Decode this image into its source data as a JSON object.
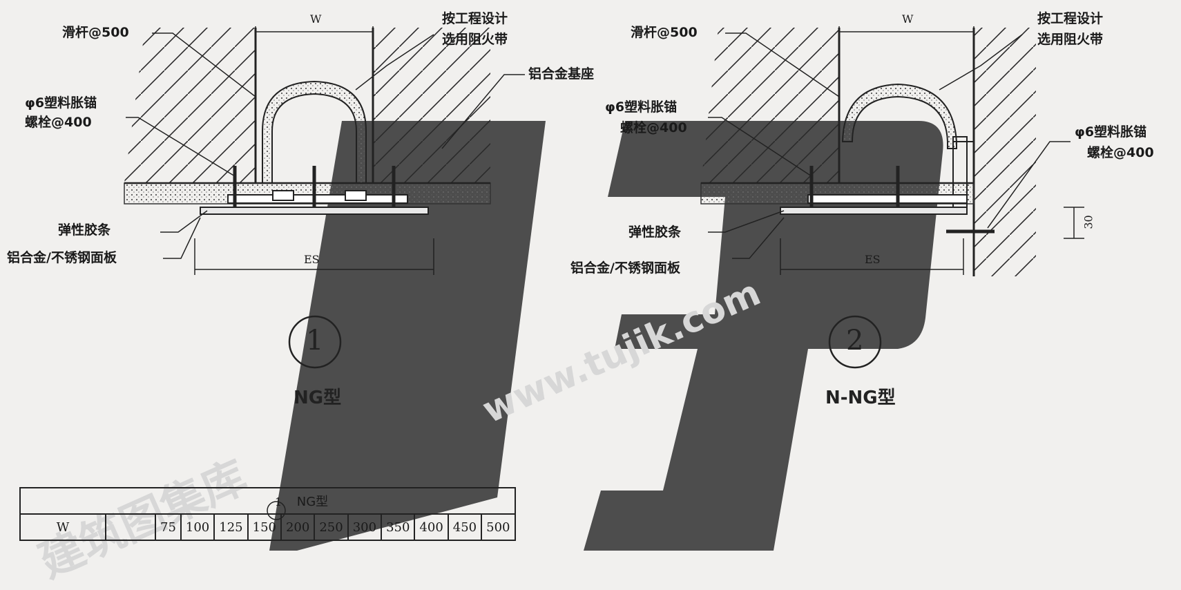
{
  "labels": {
    "slide_bar": "滑杆@500",
    "fire_strip_line1": "按工程设计",
    "fire_strip_line2": "选用阻火带",
    "aluminum_base": "铝合金基座",
    "anchor_line1": "φ6塑料胀锚",
    "anchor_line2": "螺栓@400",
    "elastic_strip": "弹性胶条",
    "panel": "铝合金/不锈钢面板",
    "dim_w": "W",
    "dim_es": "ES",
    "dim_30": "30"
  },
  "details": [
    {
      "number": "1",
      "type": "NG型"
    },
    {
      "number": "2",
      "type": "N-NG型"
    }
  ],
  "watermark": {
    "cn": "建筑图集库",
    "url": "www.tujik.com"
  },
  "table": {
    "caption_number": "1",
    "caption_type": "NG型",
    "row_label": "W",
    "values": [
      "75",
      "100",
      "125",
      "150",
      "200",
      "250",
      "300",
      "350",
      "400",
      "450",
      "500"
    ]
  }
}
